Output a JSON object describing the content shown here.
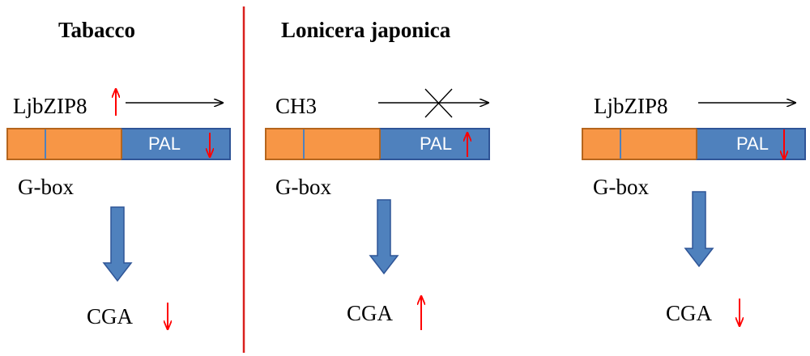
{
  "titles": {
    "left": "Tabacco",
    "center": "Lonicera japonica"
  },
  "panels": [
    {
      "regulator": "LjbZIP8",
      "gene": "PAL",
      "element": "G-box",
      "product": "CGA"
    },
    {
      "regulator": "CH3",
      "gene": "PAL",
      "element": "G-box",
      "product": "CGA"
    },
    {
      "regulator": "LjbZIP8",
      "gene": "PAL",
      "element": "G-box",
      "product": "CGA"
    }
  ],
  "colors": {
    "promoter": "#f79646",
    "cds": "#4f81bd",
    "flow_arrow": "#4f81bd",
    "change_arrow": "#ff0000",
    "divider": "#d9201e"
  }
}
